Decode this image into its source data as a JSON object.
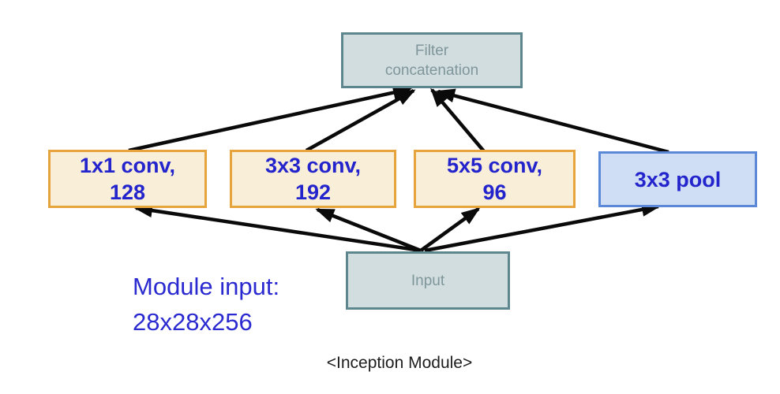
{
  "diagram": {
    "caption": "<Inception Module>",
    "annotation": {
      "line1": "Module input:",
      "line2": "28x28x256"
    },
    "nodes": {
      "filter_concat": {
        "line1": "Filter",
        "line2": "concatenation"
      },
      "conv_1x1": {
        "line1": "1x1 conv,",
        "line2": "128"
      },
      "conv_3x3": {
        "line1": "3x3 conv,",
        "line2": "192"
      },
      "conv_5x5": {
        "line1": "5x5 conv,",
        "line2": "96"
      },
      "pool_3x3": {
        "label": "3x3 pool"
      },
      "input": {
        "label": "Input"
      }
    },
    "colors": {
      "conv_fill": "#f9eed8",
      "conv_border": "#e7a33c",
      "pool_fill": "#cfdef4",
      "pool_border": "#5c88d8",
      "gray_fill": "#d1dddf",
      "gray_border": "#5d868e",
      "gray_text": "#7f969b",
      "blue_text": "#2424cd",
      "annotation_text": "#2a2ad0",
      "arrow": "#0a0a0a",
      "background": "#ffffff"
    }
  }
}
